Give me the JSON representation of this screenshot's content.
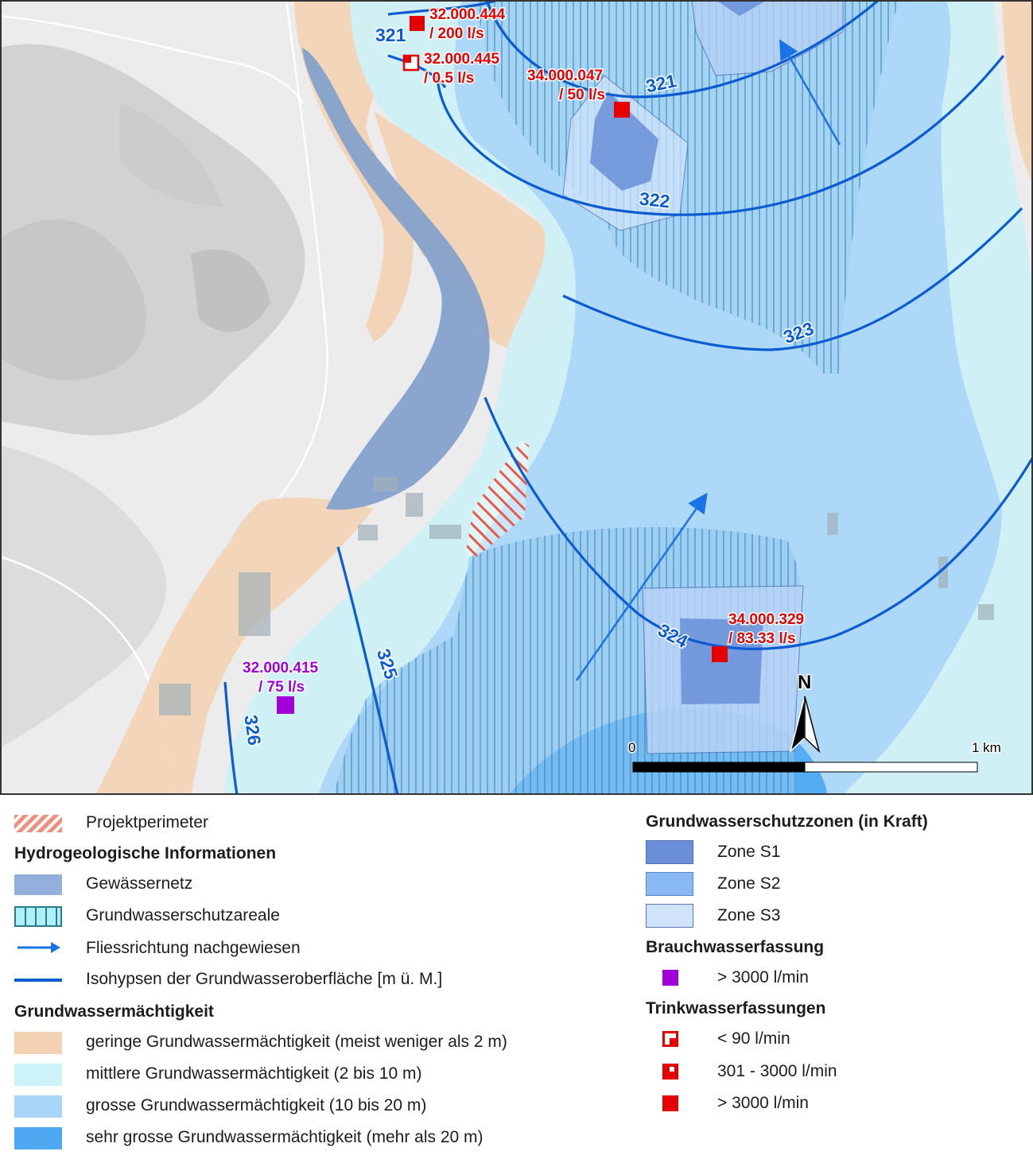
{
  "map": {
    "isohypses": [
      "321",
      "321",
      "322",
      "323",
      "324",
      "325",
      "326"
    ],
    "wells": [
      {
        "id": "32.000.444",
        "rate": "/ 200 l/s",
        "color": "#e60000",
        "symbol": "filled-square"
      },
      {
        "id": "32.000.445",
        "rate": "/ 0.5 l/s",
        "color": "#e60000",
        "symbol": "outlined-square"
      },
      {
        "id": "34.000.047",
        "rate": "/ 50 l/s",
        "color": "#e60000",
        "symbol": "filled-square"
      },
      {
        "id": "34.000.329",
        "rate": "/ 83.33 l/s",
        "color": "#e60000",
        "symbol": "filled-square"
      },
      {
        "id": "32.000.415",
        "rate": "/ 75 l/s",
        "color": "#a100d8",
        "symbol": "purple-square"
      }
    ],
    "north_label": "N",
    "scale": {
      "start": "0",
      "end": "1 km"
    }
  },
  "legend": {
    "projekt": "Projektperimeter",
    "hydro_title": "Hydrogeologische Informationen",
    "hydro_items": [
      "Gewässernetz",
      "Grundwasserschutzareale",
      "Fliessrichtung nachgewiesen",
      "Isohypsen der Grundwasseroberfläche [m ü. M.]"
    ],
    "maecht_title": "Grundwassermächtigkeit",
    "maecht_items": [
      "geringe Grundwassermächtigkeit (meist weniger als 2 m)",
      "mittlere Grundwassermächtigkeit (2 bis 10 m)",
      "grosse Grundwassermächtigkeit (10 bis 20 m)",
      "sehr grosse Grundwassermächtigkeit (mehr als 20 m)"
    ],
    "schutz_title": "Grundwasserschutzzonen (in Kraft)",
    "schutz_items": [
      "Zone S1",
      "Zone S2",
      "Zone S3"
    ],
    "brauch_title": "Brauchwasserfassung",
    "brauch_items": [
      "> 3000 l/min"
    ],
    "trink_title": "Trinkwasserfassungen",
    "trink_items": [
      "< 90 l/min",
      "301 - 3000 l/min",
      "> 3000 l/min"
    ]
  },
  "colors": {
    "geringe": "#f3d2b4",
    "mittlere": "#cdf1f5",
    "grosse": "#a8d3f7",
    "sehr_grosse": "#4aa8f2",
    "gewaesser": "#8fadd6",
    "s1": "#6a8fd8",
    "s2": "#88b9f5",
    "s3": "#cfe3fb",
    "isohypse": "#0b5bd3",
    "well_red": "#e60000",
    "well_purple": "#a100d8"
  }
}
